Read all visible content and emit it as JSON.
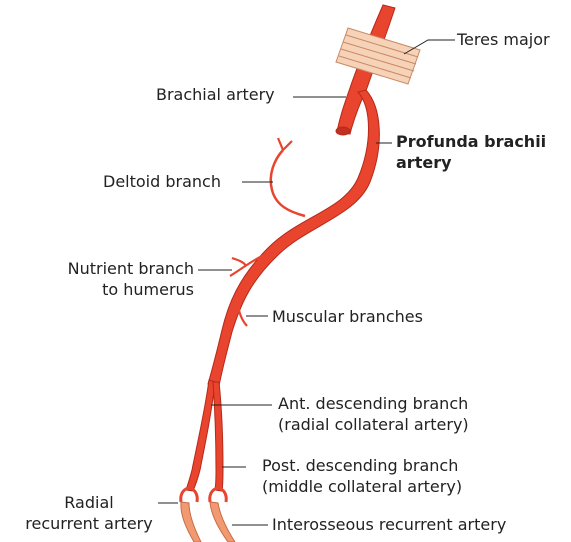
{
  "colors": {
    "artery": "#e8442e",
    "artery_dark": "#b52a1a",
    "recurrent": "#f19a72",
    "muscle": "#f6d2b8",
    "muscle_stroke": "#c98a63",
    "leader": "#222222",
    "text": "#222222"
  },
  "labels": {
    "teres_major": "Teres major",
    "brachial_artery": "Brachial artery",
    "profunda_line1": "Profunda brachii",
    "profunda_line2": "artery",
    "deltoid_branch": "Deltoid branch",
    "nutrient_line1": "Nutrient branch",
    "nutrient_line2": "to humerus",
    "muscular_branches": "Muscular branches",
    "ant_line1": "Ant. descending branch",
    "ant_line2": "(radial collateral artery)",
    "post_line1": "Post. descending branch",
    "post_line2": "(middle collateral artery)",
    "radial_line1": "Radial",
    "radial_line2": "recurrent artery",
    "interosseous": "Interosseous recurrent artery"
  }
}
